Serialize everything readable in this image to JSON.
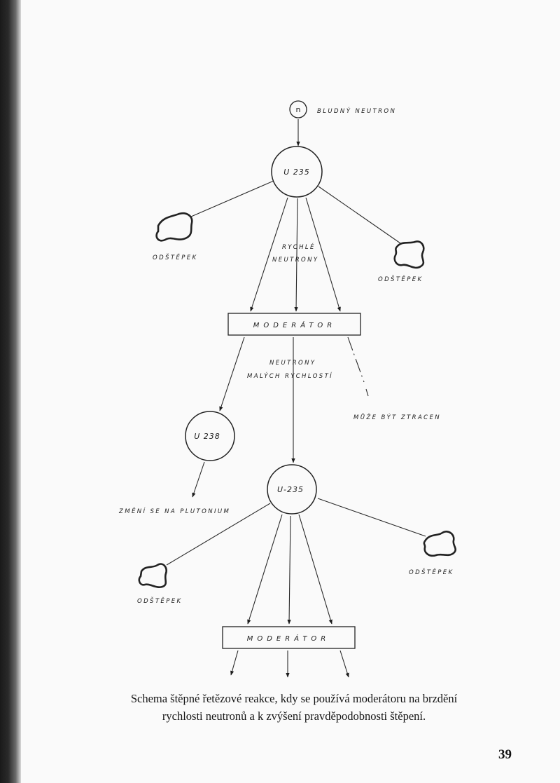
{
  "diagram": {
    "neutron_symbol": "n",
    "labels": {
      "stray_neutron": "BLUDNÝ NEUTRON",
      "u235_top": "U 235",
      "fragment_left_top": "ODŠTĚPEK",
      "fragment_right_top": "ODŠTĚPEK",
      "fast_neutrons_line1": "RYCHLÉ",
      "fast_neutrons_line2": "NEUTRONY",
      "moderator_top": "MODERÁTOR",
      "slow_neutrons_line1": "NEUTRONY",
      "slow_neutrons_line2": "MALÝCH RYCHLOSTÍ",
      "may_be_lost": "MŮŽE BÝT ZTRACEN",
      "u238": "U 238",
      "changes_to_plutonium": "ZMĚNÍ SE NA PLUTONIUM",
      "u235_bottom": "U-235",
      "fragment_right_bottom": "ODŠTĚPEK",
      "fragment_left_bottom": "ODŠTĚPEK",
      "moderator_bottom": "MODERÁTOR"
    }
  },
  "caption": {
    "line1": "Schema štěpné řetězové reakce, kdy se používá moderátoru na brzdění",
    "line2": "rychlosti neutronů a k zvýšení pravděpodobnosti štěpení."
  },
  "page_number": "39"
}
